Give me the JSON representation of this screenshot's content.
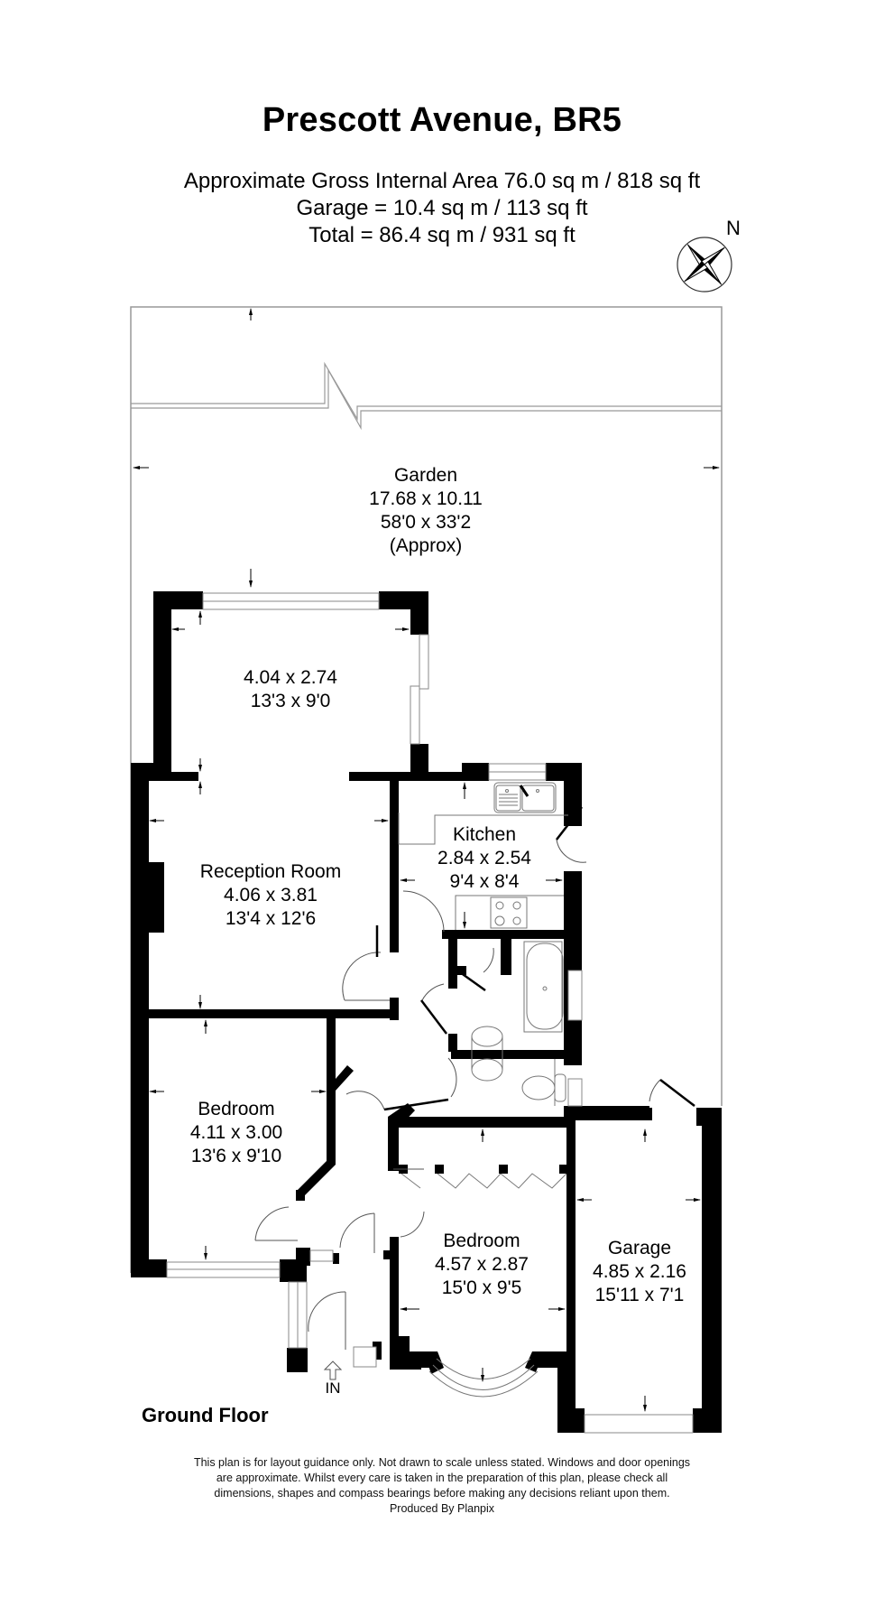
{
  "header": {
    "title": "Prescott Avenue, BR5",
    "area_lines": [
      "Approximate Gross Internal Area 76.0 sq m / 818 sq ft",
      "Garage = 10.4 sq m / 113 sq ft",
      "Total = 86.4 sq m / 931 sq ft"
    ]
  },
  "compass": {
    "label": "N",
    "icon": "compass-rose-icon"
  },
  "rooms": {
    "garden": {
      "name": "Garden",
      "metric": "17.68 x 10.11",
      "imperial": "58'0 x 33'2",
      "note": "(Approx)"
    },
    "conservatory": {
      "name": "",
      "metric": "4.04 x 2.74",
      "imperial": "13'3 x 9'0"
    },
    "reception": {
      "name": "Reception Room",
      "metric": "4.06 x 3.81",
      "imperial": "13'4 x 12'6"
    },
    "kitchen": {
      "name": "Kitchen",
      "metric": "2.84 x 2.54",
      "imperial": "9'4 x 8'4"
    },
    "bedroom1": {
      "name": "Bedroom",
      "metric": "4.11 x 3.00",
      "imperial": "13'6 x 9'10"
    },
    "bedroom2": {
      "name": "Bedroom",
      "metric": "4.57 x 2.87",
      "imperial": "15'0 x 9'5"
    },
    "garage": {
      "name": "Garage",
      "metric": "4.85 x 2.16",
      "imperial": "15'11 x 7'1"
    }
  },
  "entrance": {
    "label": "IN",
    "icon": "entrance-arrow-icon"
  },
  "floor": {
    "name": "Ground Floor"
  },
  "footer": {
    "disclaimer_lines": [
      "This plan is for layout guidance only. Not drawn to scale unless stated. Windows and door openings",
      "are approximate. Whilst every care is taken in the preparation of this plan, please check all",
      "dimensions, shapes and compass bearings before making any decisions reliant upon them.",
      "Produced By Planpix"
    ]
  },
  "colors": {
    "wall": "#000000",
    "line": "#888888",
    "background": "#ffffff"
  }
}
